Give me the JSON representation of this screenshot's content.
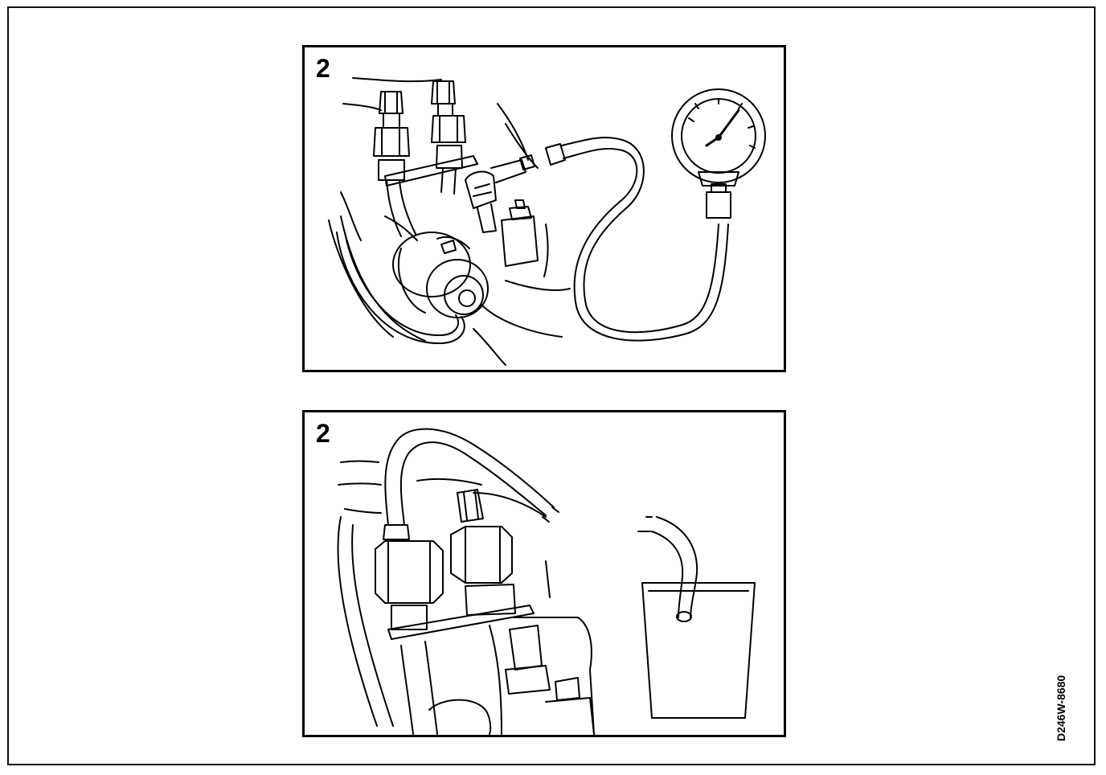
{
  "panels": [
    {
      "step_label": "2",
      "depicts": [
        "injection-pump",
        "pressure-gauge",
        "hose"
      ]
    },
    {
      "step_label": "2",
      "depicts": [
        "injection-pump",
        "bleed-hose",
        "beaker"
      ]
    }
  ],
  "figure_code": "D246W-8680"
}
